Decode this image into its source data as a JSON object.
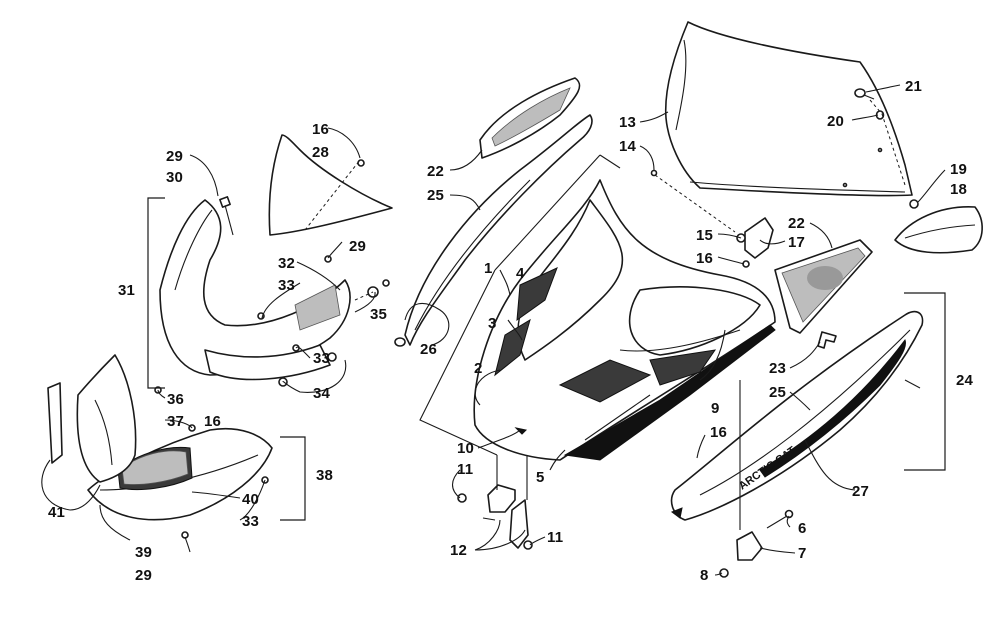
{
  "diagram": {
    "callouts": {
      "c1": "1",
      "c2": "2",
      "c3": "3",
      "c4": "4",
      "c5": "5",
      "c6": "6",
      "c7": "7",
      "c8": "8",
      "c9": "9",
      "c10": "10",
      "c11a": "11",
      "c11b": "11",
      "c12": "12",
      "c13": "13",
      "c14": "14",
      "c15": "15",
      "c16a": "16",
      "c16b": "16",
      "c16c": "16",
      "c16d": "16",
      "c17": "17",
      "c18": "18",
      "c19": "19",
      "c20": "20",
      "c21": "21",
      "c22a": "22",
      "c22b": "22",
      "c23": "23",
      "c24": "24",
      "c25a": "25",
      "c25b": "25",
      "c26": "26",
      "c27": "27",
      "c28": "28",
      "c29a": "29",
      "c29b": "29",
      "c29c": "29",
      "c30": "30",
      "c31": "31",
      "c32": "32",
      "c33a": "33",
      "c33b": "33",
      "c33c": "33",
      "c34": "34",
      "c35": "35",
      "c36": "36",
      "c37": "37",
      "c38": "38",
      "c39": "39",
      "c40": "40",
      "c41": "41"
    },
    "decal_text": "ARCTIC CAT"
  }
}
